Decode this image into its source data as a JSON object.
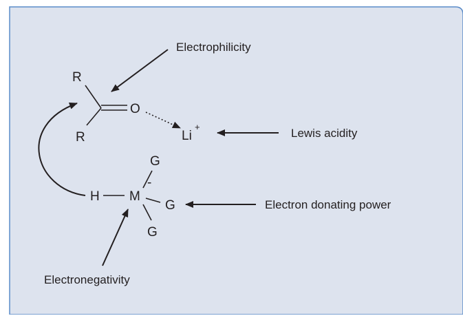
{
  "colors": {
    "panel_fill": "#dde3ee",
    "panel_border": "#5a8bc8",
    "ink": "#231f20"
  },
  "labels": {
    "electrophilicity": "Electrophilicity",
    "lewis_acidity": "Lewis acidity",
    "electron_donating_power": "Electron donating power",
    "electronegativity": "Electronegativity"
  },
  "atoms": {
    "r_top": "R",
    "r_bottom": "R",
    "oxygen": "O",
    "lithium": "Li",
    "lithium_charge": "+",
    "hydrogen": "H",
    "metal": "M",
    "metal_charge": "-",
    "g_top": "G",
    "g_right": "G",
    "g_bottom": "G"
  }
}
